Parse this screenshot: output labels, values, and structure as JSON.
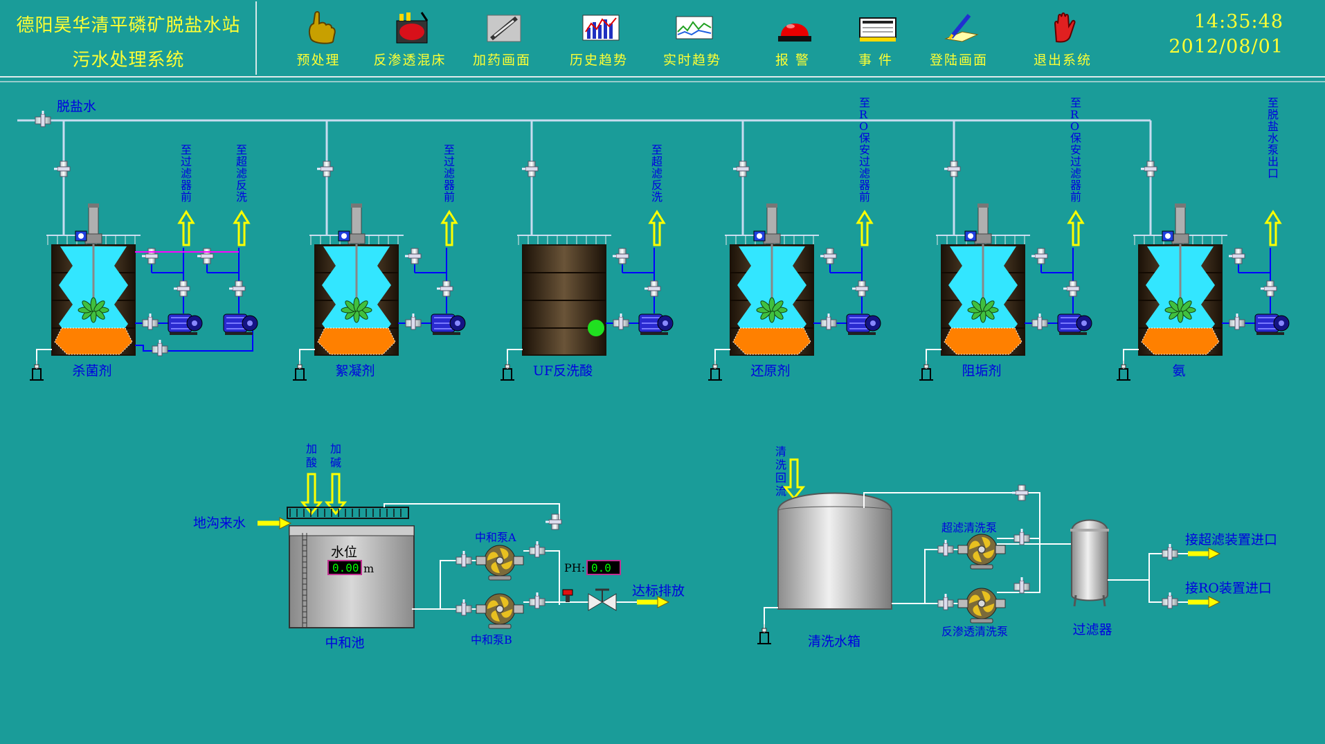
{
  "header": {
    "title_line1": "德阳昊华清平磷矿脱盐水站",
    "title_line2": "污水处理系统",
    "time": "14:35:48",
    "date": "2012/08/01",
    "nav": [
      {
        "label": "预处理",
        "icon": "pointing-hand-icon"
      },
      {
        "label": "反渗透混床",
        "icon": "ro-vessel-icon"
      },
      {
        "label": "加药画面",
        "icon": "syringe-icon"
      },
      {
        "label": "历史趋势",
        "icon": "history-chart-icon"
      },
      {
        "label": "实时趋势",
        "icon": "realtime-chart-icon"
      },
      {
        "label": "报  警",
        "icon": "alarm-light-icon"
      },
      {
        "label": "事  件",
        "icon": "event-log-icon"
      },
      {
        "label": "登陆画面",
        "icon": "login-pen-icon"
      },
      {
        "label": "退出系统",
        "icon": "exit-hand-icon"
      }
    ]
  },
  "dosing": {
    "supply_label": "脱盐水",
    "tanks": [
      {
        "name": "杀菌剂",
        "targets": [
          "至过滤器前",
          "至超滤反洗"
        ]
      },
      {
        "name": "絮凝剂",
        "targets": [
          "至过滤器前"
        ]
      },
      {
        "name": "UF反洗酸",
        "targets": [
          "至超滤反洗"
        ]
      },
      {
        "name": "还原剂",
        "targets": [
          "至RO保安过滤器前"
        ]
      },
      {
        "name": "阻垢剂",
        "targets": [
          "至RO保安过滤器前"
        ]
      },
      {
        "name": "氨",
        "targets": [
          "至脱盐水泵出口"
        ]
      }
    ]
  },
  "neutralization": {
    "inflow_label": "地沟来水",
    "add_acid": "加酸",
    "add_alkali": "加碱",
    "level_label": "水位",
    "level_value": "0.00",
    "level_unit": "m",
    "pool_name": "中和池",
    "pump_a": "中和泵A",
    "pump_b": "中和泵B",
    "ph_label": "PH:",
    "ph_value": "0.0",
    "discharge_label": "达标排放"
  },
  "cleaning": {
    "return_label": "清洗回流",
    "tank_name": "清洗水箱",
    "uf_pump": "超滤清洗泵",
    "ro_pump": "反渗透清洗泵",
    "filter_name": "过滤器",
    "to_uf": "接超滤装置进口",
    "to_ro": "接RO装置进口"
  },
  "colors": {
    "background": "#1a9c99",
    "title_text": "#ffff33",
    "label_text": "#0000e0",
    "pipe_blue": "#0000ff",
    "pipe_light": "#c8dcf0",
    "pipe_white": "#ffffff",
    "tank_body": "#3a2a1a",
    "tank_fluid": "#33e6ff",
    "sludge": "#ff8000",
    "lcd_text": "#00ff00",
    "arrow_fill": "#ffff00"
  }
}
